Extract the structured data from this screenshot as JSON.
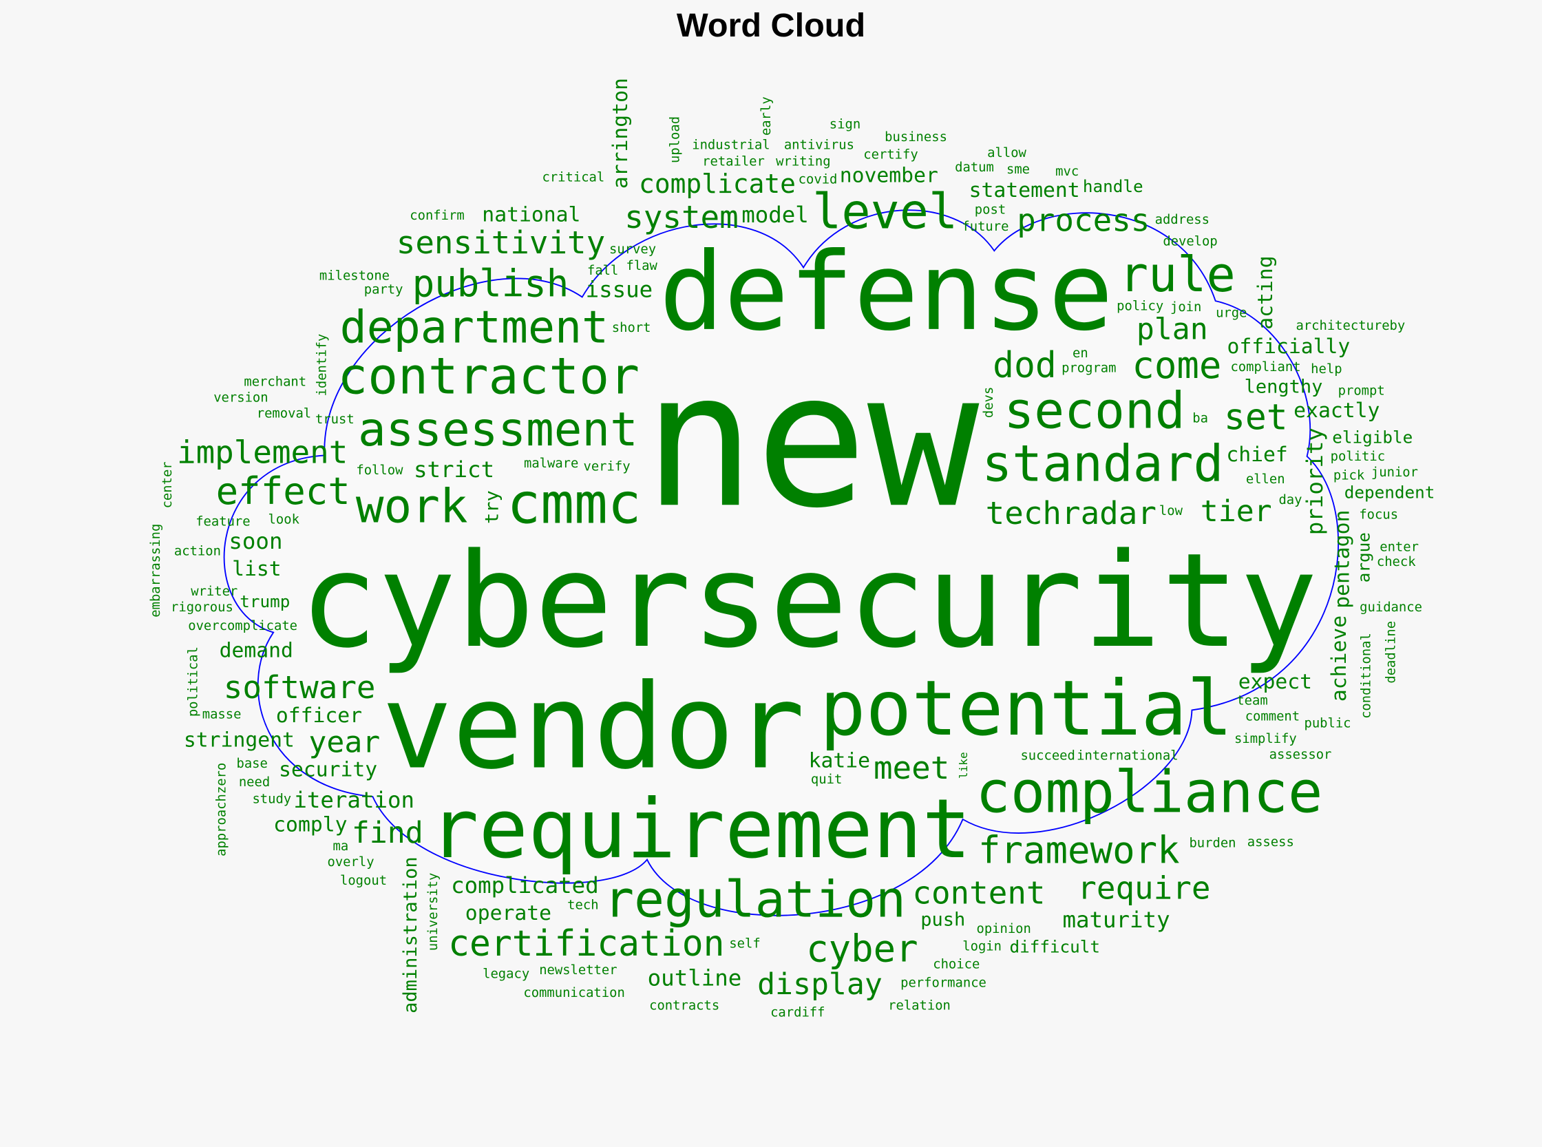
{
  "chart_data": {
    "type": "wordcloud",
    "title": "Word Cloud",
    "shape": "cloud",
    "colors": {
      "word": "#008000",
      "outline": "#0000ff",
      "background": "#f7f7f7",
      "inside": "#f9f9f9"
    },
    "words": [
      {
        "text": "new",
        "weight": 1.0
      },
      {
        "text": "cybersecurity",
        "weight": 0.7
      },
      {
        "text": "vendor",
        "weight": 0.63
      },
      {
        "text": "defense",
        "weight": 0.58
      },
      {
        "text": "requirement",
        "weight": 0.44
      },
      {
        "text": "potential",
        "weight": 0.41
      },
      {
        "text": "compliance",
        "weight": 0.31
      },
      {
        "text": "cmmc",
        "weight": 0.3
      },
      {
        "text": "regulation",
        "weight": 0.27
      },
      {
        "text": "standard",
        "weight": 0.27
      },
      {
        "text": "second",
        "weight": 0.27
      },
      {
        "text": "contractor",
        "weight": 0.27
      },
      {
        "text": "rule",
        "weight": 0.26
      },
      {
        "text": "level",
        "weight": 0.26
      },
      {
        "text": "department",
        "weight": 0.24
      },
      {
        "text": "assessment",
        "weight": 0.25
      },
      {
        "text": "work",
        "weight": 0.25
      },
      {
        "text": "framework",
        "weight": 0.2
      },
      {
        "text": "publish",
        "weight": 0.2
      },
      {
        "text": "certification",
        "weight": 0.19
      },
      {
        "text": "set",
        "weight": 0.19
      },
      {
        "text": "effect",
        "weight": 0.2
      },
      {
        "text": "come",
        "weight": 0.2
      },
      {
        "text": "cyber",
        "weight": 0.2
      },
      {
        "text": "dod",
        "weight": 0.19
      },
      {
        "text": "process",
        "weight": 0.17
      },
      {
        "text": "system",
        "weight": 0.17
      },
      {
        "text": "sensitivity",
        "weight": 0.17
      },
      {
        "text": "implement",
        "weight": 0.17
      },
      {
        "text": "techradar",
        "weight": 0.17
      },
      {
        "text": "meet",
        "weight": 0.17
      },
      {
        "text": "software",
        "weight": 0.17
      },
      {
        "text": "content",
        "weight": 0.17
      },
      {
        "text": "require",
        "weight": 0.17
      },
      {
        "text": "plan",
        "weight": 0.16
      },
      {
        "text": "tier",
        "weight": 0.16
      },
      {
        "text": "year",
        "weight": 0.16
      },
      {
        "text": "display",
        "weight": 0.16
      },
      {
        "text": "find",
        "weight": 0.16
      },
      {
        "text": "complicate",
        "weight": 0.14
      },
      {
        "text": "iteration",
        "weight": 0.12
      },
      {
        "text": "complicated",
        "weight": 0.12
      },
      {
        "text": "outline",
        "weight": 0.12
      },
      {
        "text": "maturity",
        "weight": 0.12
      },
      {
        "text": "model",
        "weight": 0.12
      },
      {
        "text": "issue",
        "weight": 0.12
      },
      {
        "text": "soon",
        "weight": 0.12
      },
      {
        "text": "strict",
        "weight": 0.12
      },
      {
        "text": "priority",
        "weight": 0.12
      },
      {
        "text": "pentagon",
        "weight": 0.11
      },
      {
        "text": "operate",
        "weight": 0.11
      },
      {
        "text": "chief",
        "weight": 0.11
      },
      {
        "text": "officer",
        "weight": 0.11
      },
      {
        "text": "katie",
        "weight": 0.11
      },
      {
        "text": "national",
        "weight": 0.11
      },
      {
        "text": "november",
        "weight": 0.11
      },
      {
        "text": "statement",
        "weight": 0.11
      },
      {
        "text": "officially",
        "weight": 0.11
      },
      {
        "text": "exactly",
        "weight": 0.11
      },
      {
        "text": "expect",
        "weight": 0.11
      },
      {
        "text": "demand",
        "weight": 0.11
      },
      {
        "text": "stringent",
        "weight": 0.11
      },
      {
        "text": "security",
        "weight": 0.11
      },
      {
        "text": "comply",
        "weight": 0.11
      },
      {
        "text": "acting",
        "weight": 0.11
      },
      {
        "text": "list",
        "weight": 0.11
      },
      {
        "text": "arrington",
        "weight": 0.11
      },
      {
        "text": "achieve",
        "weight": 0.11
      },
      {
        "text": "administration",
        "weight": 0.1
      },
      {
        "text": "lengthy",
        "weight": 0.1
      },
      {
        "text": "push",
        "weight": 0.1
      },
      {
        "text": "try",
        "weight": 0.1
      },
      {
        "text": "difficult",
        "weight": 0.09
      },
      {
        "text": "handle",
        "weight": 0.09
      },
      {
        "text": "eligible",
        "weight": 0.09
      },
      {
        "text": "dependent",
        "weight": 0.09
      },
      {
        "text": "trump",
        "weight": 0.09
      },
      {
        "text": "argue",
        "weight": 0.09
      },
      {
        "text": "identify",
        "weight": 0.07
      },
      {
        "text": "overcomplicate",
        "weight": 0.07
      },
      {
        "text": "confirm",
        "weight": 0.07
      },
      {
        "text": "party",
        "weight": 0.07
      },
      {
        "text": "flaw",
        "weight": 0.07
      },
      {
        "text": "retailer",
        "weight": 0.07
      },
      {
        "text": "writing",
        "weight": 0.07
      },
      {
        "text": "industrial",
        "weight": 0.07
      },
      {
        "text": "verify",
        "weight": 0.07
      },
      {
        "text": "short",
        "weight": 0.07
      },
      {
        "text": "milestone",
        "weight": 0.07
      },
      {
        "text": "trust",
        "weight": 0.07
      },
      {
        "text": "critical",
        "weight": 0.07
      },
      {
        "text": "survey",
        "weight": 0.07
      },
      {
        "text": "malware",
        "weight": 0.07
      },
      {
        "text": "removal",
        "weight": 0.07
      },
      {
        "text": "follow",
        "weight": 0.07
      },
      {
        "text": "look",
        "weight": 0.07
      },
      {
        "text": "merchant",
        "weight": 0.07
      },
      {
        "text": "version",
        "weight": 0.07
      },
      {
        "text": "action",
        "weight": 0.07
      },
      {
        "text": "fall",
        "weight": 0.07
      },
      {
        "text": "program",
        "weight": 0.07
      },
      {
        "text": "antivirus",
        "weight": 0.07
      },
      {
        "text": "feature",
        "weight": 0.07
      },
      {
        "text": "writer",
        "weight": 0.07
      },
      {
        "text": "rigorous",
        "weight": 0.07
      },
      {
        "text": "masse",
        "weight": 0.07
      },
      {
        "text": "tech",
        "weight": 0.07
      },
      {
        "text": "newsletter",
        "weight": 0.07
      },
      {
        "text": "quit",
        "weight": 0.07
      },
      {
        "text": "base",
        "weight": 0.07
      },
      {
        "text": "need",
        "weight": 0.07
      },
      {
        "text": "overly",
        "weight": 0.07
      },
      {
        "text": "contracts",
        "weight": 0.07
      },
      {
        "text": "study",
        "weight": 0.07
      },
      {
        "text": "ma",
        "weight": 0.07
      },
      {
        "text": "self",
        "weight": 0.07
      },
      {
        "text": "communication",
        "weight": 0.07
      },
      {
        "text": "logout",
        "weight": 0.07
      },
      {
        "text": "cardiff",
        "weight": 0.07
      },
      {
        "text": "legacy",
        "weight": 0.07
      },
      {
        "text": "low",
        "weight": 0.07
      },
      {
        "text": "ellen",
        "weight": 0.07
      },
      {
        "text": "opinion",
        "weight": 0.07
      },
      {
        "text": "simplify",
        "weight": 0.07
      },
      {
        "text": "public",
        "weight": 0.07
      },
      {
        "text": "team",
        "weight": 0.07
      },
      {
        "text": "guidance",
        "weight": 0.07
      },
      {
        "text": "comment",
        "weight": 0.07
      },
      {
        "text": "choice",
        "weight": 0.07
      },
      {
        "text": "succeed",
        "weight": 0.07
      },
      {
        "text": "international",
        "weight": 0.07
      },
      {
        "text": "assessor",
        "weight": 0.07
      },
      {
        "text": "burden",
        "weight": 0.07
      },
      {
        "text": "assess",
        "weight": 0.07
      },
      {
        "text": "performance",
        "weight": 0.07
      },
      {
        "text": "login",
        "weight": 0.07
      },
      {
        "text": "relation",
        "weight": 0.07
      },
      {
        "text": "certify",
        "weight": 0.07
      },
      {
        "text": "business",
        "weight": 0.07
      },
      {
        "text": "future",
        "weight": 0.07
      },
      {
        "text": "address",
        "weight": 0.07
      },
      {
        "text": "mvc",
        "weight": 0.07
      },
      {
        "text": "post",
        "weight": 0.07
      },
      {
        "text": "develop",
        "weight": 0.07
      },
      {
        "text": "covid",
        "weight": 0.07
      },
      {
        "text": "sme",
        "weight": 0.07
      },
      {
        "text": "urge",
        "weight": 0.07
      },
      {
        "text": "datum",
        "weight": 0.07
      },
      {
        "text": "allow",
        "weight": 0.07
      },
      {
        "text": "policy",
        "weight": 0.07
      },
      {
        "text": "join",
        "weight": 0.07
      },
      {
        "text": "compliant",
        "weight": 0.07
      },
      {
        "text": "en",
        "weight": 0.07
      },
      {
        "text": "sign",
        "weight": 0.07
      },
      {
        "text": "help",
        "weight": 0.07
      },
      {
        "text": "prompt",
        "weight": 0.07
      },
      {
        "text": "architectureby",
        "weight": 0.07
      },
      {
        "text": "ba",
        "weight": 0.07
      },
      {
        "text": "politic",
        "weight": 0.07
      },
      {
        "text": "junior",
        "weight": 0.07
      },
      {
        "text": "day",
        "weight": 0.07
      },
      {
        "text": "pick",
        "weight": 0.07
      },
      {
        "text": "focus",
        "weight": 0.07
      },
      {
        "text": "enter",
        "weight": 0.07
      },
      {
        "text": "check",
        "weight": 0.07
      },
      {
        "text": "upload",
        "weight": 0.07
      },
      {
        "text": "early",
        "weight": 0.07
      },
      {
        "text": "devs",
        "weight": 0.07
      },
      {
        "text": "conditional",
        "weight": 0.07
      },
      {
        "text": "deadline",
        "weight": 0.07
      },
      {
        "text": "like",
        "weight": 0.06
      },
      {
        "text": "embarrassing",
        "weight": 0.07
      },
      {
        "text": "center",
        "weight": 0.07
      },
      {
        "text": "political",
        "weight": 0.07
      },
      {
        "text": "university",
        "weight": 0.07
      },
      {
        "text": "approachzero",
        "weight": 0.07
      }
    ]
  }
}
